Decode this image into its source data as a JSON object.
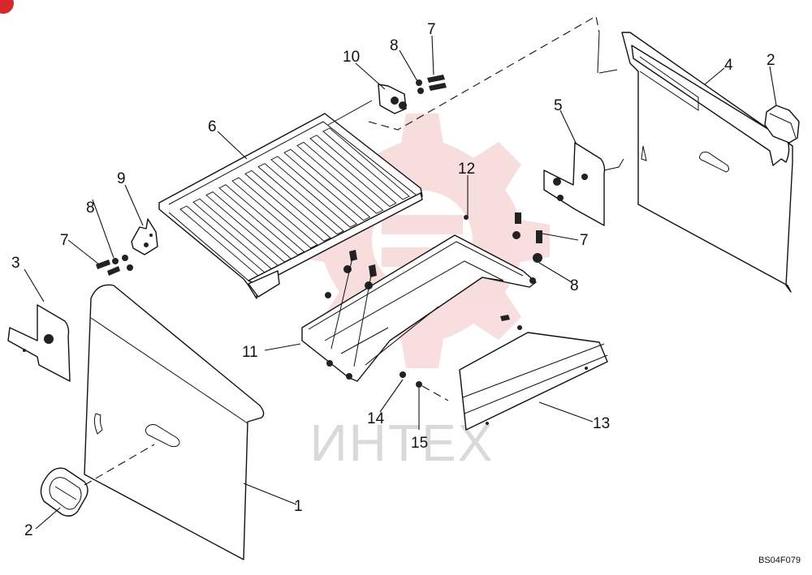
{
  "drawing": {
    "code": "BS04F079",
    "watermark_text": "ИНТЕХ",
    "watermark_color": "#f3c2c2",
    "callouts": [
      "1",
      "2",
      "2",
      "3",
      "4",
      "5",
      "6",
      "7",
      "7",
      "7",
      "8",
      "8",
      "8",
      "9",
      "10",
      "11",
      "12",
      "13",
      "14",
      "15"
    ]
  },
  "labels": {
    "c1": "1",
    "c2a": "2",
    "c2b": "2",
    "c3": "3",
    "c4": "4",
    "c5": "5",
    "c6": "6",
    "c7a": "7",
    "c7b": "7",
    "c7c": "7",
    "c8a": "8",
    "c8b": "8",
    "c8c": "8",
    "c9": "9",
    "c10": "10",
    "c11": "11",
    "c12": "12",
    "c13": "13",
    "c14": "14",
    "c15": "15"
  },
  "corner_badge_color": "#d9262c"
}
